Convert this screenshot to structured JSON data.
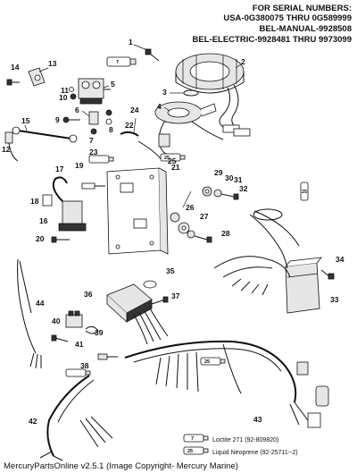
{
  "header": {
    "line1": "FOR SERIAL NUMBERS:",
    "line2": "USA-0G380075 THRU 0G589999",
    "line3": "BEL-MANUAL-9928508",
    "line4": "BEL-ELECTRIC-9928481 THRU 9973099"
  },
  "callouts": [
    "1",
    "2",
    "3",
    "4",
    "5",
    "6",
    "7",
    "8",
    "9",
    "10",
    "11",
    "12",
    "13",
    "14",
    "15",
    "16",
    "17",
    "18",
    "19",
    "20",
    "21",
    "22",
    "23",
    "24",
    "25",
    "26",
    "27",
    "28",
    "29",
    "30",
    "31",
    "32",
    "33",
    "34",
    "35",
    "36",
    "37",
    "38",
    "39",
    "40",
    "41",
    "42",
    "43",
    "44"
  ],
  "tube_labels": {
    "loctite_tube": "7",
    "neoprene_tube": "25"
  },
  "legend": {
    "loctite": "Loctite 271 (92-809820)",
    "neoprene": "Liquid Neoprene (92-25711--2)"
  },
  "footer": "MercuryPartsOnline v2.5.1 (Image Copyright- Mercury Marine)"
}
